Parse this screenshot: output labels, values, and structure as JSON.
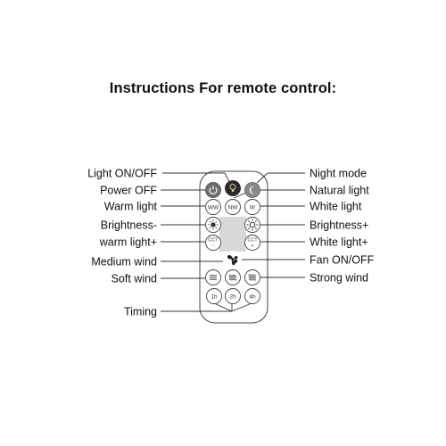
{
  "title": "Instructions For remote control:",
  "labels": {
    "light_on_off": "Light ON/OFF",
    "power_off": "Power OFF",
    "warm_light": "Warm light",
    "brightness_minus": "Brightness-",
    "warm_light_plus": "warm light+",
    "medium_wind": "Medium wind",
    "soft_wind": "Soft wind",
    "timing": "Timing",
    "night_mode": "Night mode",
    "natural_light": "Natural light",
    "white_light": "White light",
    "brightness_plus": "Brightness+",
    "white_light_plus": "White light+",
    "fan_on_off": "Fan ON/OFF",
    "strong_wind": "Strong wind"
  },
  "buttons": {
    "ww": "WW",
    "nw": "NW",
    "w": "W",
    "cct": "CCT",
    "minus": "-",
    "plus": "+",
    "t1": "1h",
    "t2": "2h",
    "t4": "4h"
  },
  "colors": {
    "power_button": "#6f6f6f",
    "light_button": "#2a2a2a",
    "night_button": "#8a8a8a",
    "gray_band": "#d8d8d8"
  },
  "icons": [
    "power-icon",
    "bulb-icon",
    "moon-icon",
    "sun-small-icon",
    "sun-large-icon",
    "fan-icon",
    "wind-soft-icon",
    "wind-medium-icon",
    "wind-strong-icon"
  ]
}
